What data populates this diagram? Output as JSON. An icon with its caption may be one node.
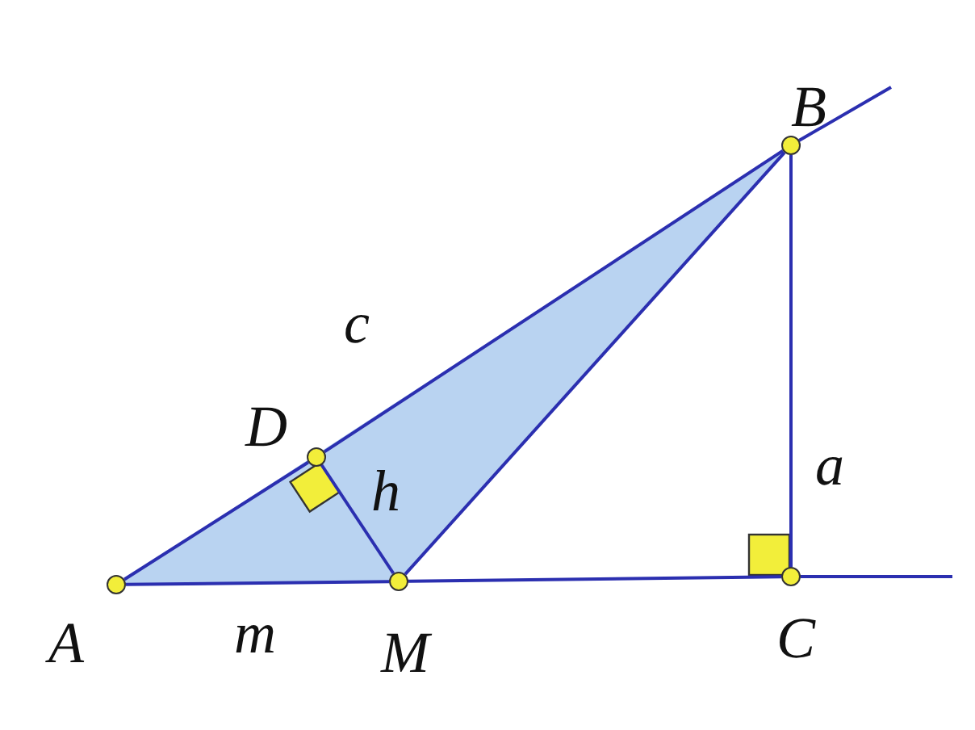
{
  "diagram": {
    "nodes": [
      {
        "text": [],
        "shape": "circle",
        "beside": [
          "B"
        ]
      },
      {
        "text": [],
        "shape": "circle",
        "beside": [
          "D"
        ]
      },
      {
        "text": [],
        "shape": "circle",
        "beside": [
          "A"
        ]
      },
      {
        "text": [],
        "shape": "circle",
        "beside": [
          "M"
        ]
      },
      {
        "text": [],
        "shape": "circle",
        "beside": [
          "C"
        ]
      }
    ],
    "edges": [
      {
        "from": 2,
        "to": 1,
        "arrow": "none"
      },
      {
        "from": 1,
        "to": 0,
        "arrow": "none"
      },
      {
        "from": 0,
        "to": 4,
        "arrow": "none"
      },
      {
        "from": 0,
        "to": 3,
        "arrow": "none"
      },
      {
        "from": 1,
        "to": 3,
        "arrow": "none"
      },
      {
        "from": 2,
        "to": 3,
        "arrow": "none"
      },
      {
        "from": 3,
        "to": 4,
        "arrow": "none"
      }
    ],
    "labels": [
      "c",
      "h",
      "a",
      "m"
    ]
  }
}
